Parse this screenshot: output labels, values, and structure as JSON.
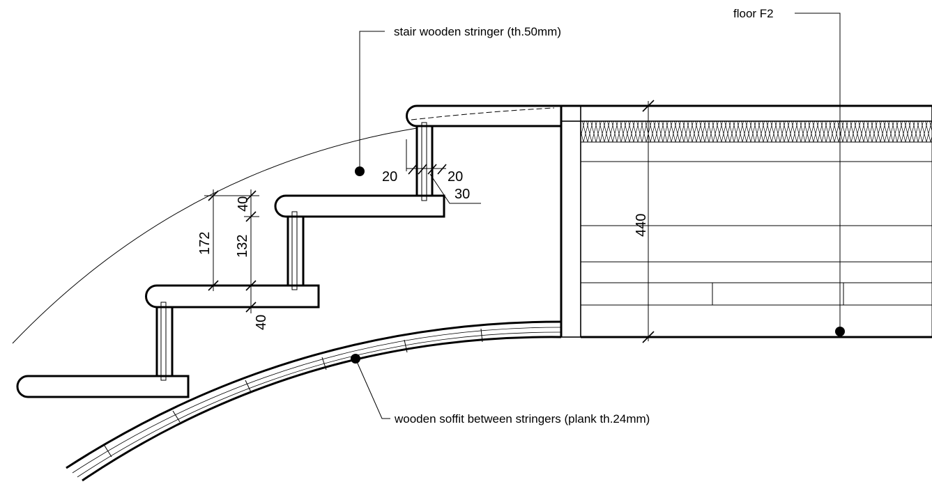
{
  "labels": {
    "stringer": "stair wooden stringer (th.50mm)",
    "floor": "floor F2",
    "soffit": "wooden soffit between stringers (plank th.24mm)"
  },
  "dimensions": {
    "d_20_left": "20",
    "d_20_right": "20",
    "d_30": "30",
    "d_40_top": "40",
    "d_172": "172",
    "d_132": "132",
    "d_40_bottom": "40",
    "d_440": "440"
  }
}
